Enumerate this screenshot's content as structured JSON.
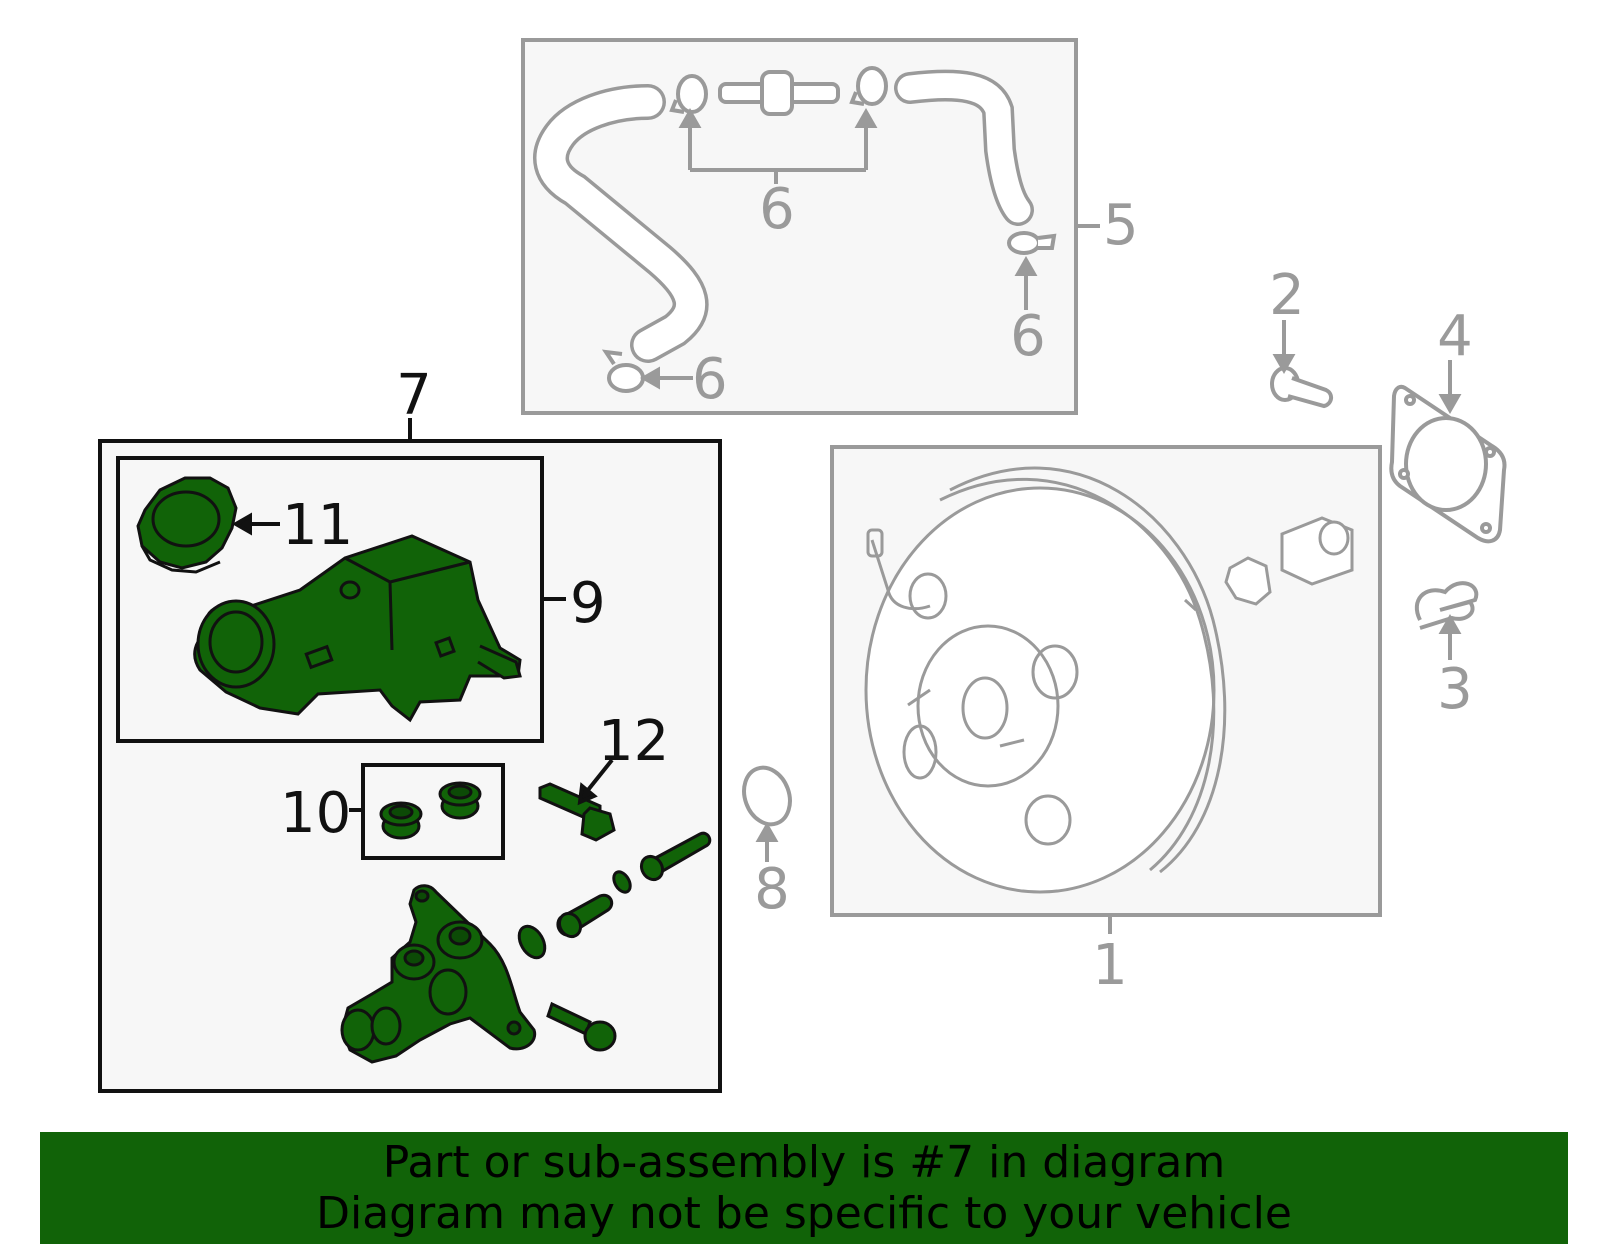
{
  "callouts": {
    "c1": "1",
    "c2": "2",
    "c3": "3",
    "c4": "4",
    "c5": "5",
    "c6a": "6",
    "c6b": "6",
    "c6c": "6",
    "c7": "7",
    "c8": "8",
    "c9": "9",
    "c10": "10",
    "c11": "11",
    "c12": "12"
  },
  "banner": {
    "line1": "Part or sub-assembly is #7 in diagram",
    "line2": "Diagram may not be specific to your vehicle"
  },
  "colors": {
    "highlight_fill": "#116308",
    "banner_background": "#116308",
    "line_gray": "#9a9a9a",
    "panel_background": "#f7f7f7"
  }
}
